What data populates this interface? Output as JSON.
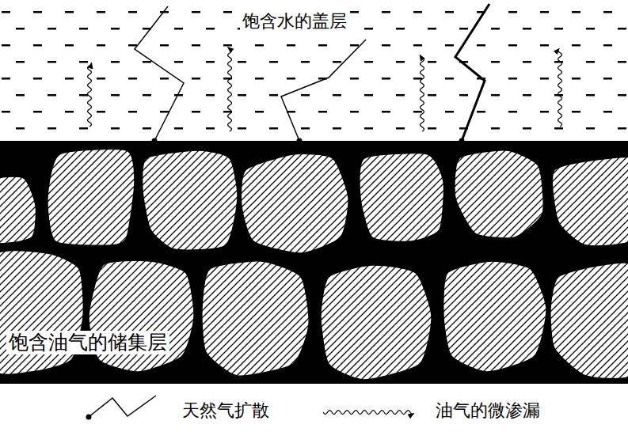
{
  "diagram": {
    "nodes": [
      {
        "text": [
          "饱含水的盖层"
        ]
      },
      {
        "text": [
          "饱含油气的储集层"
        ]
      }
    ],
    "legend": [
      {
        "text": "天然气扩散"
      },
      {
        "text": "油气的微渗漏"
      }
    ]
  }
}
